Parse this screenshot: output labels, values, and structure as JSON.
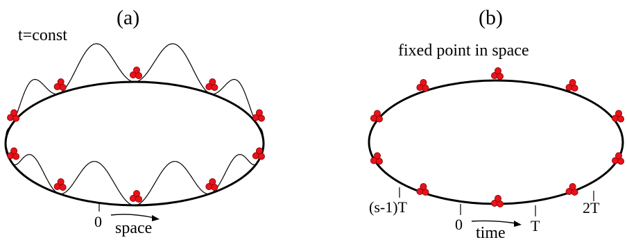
{
  "panel_a": {
    "label": "(a)",
    "caption": "t=const",
    "origin_label": "0",
    "axis_label": "space"
  },
  "panel_b": {
    "label": "(b)",
    "caption": "fixed point in space",
    "tick_labels": [
      "(s-1)T",
      "0",
      "T",
      "2T"
    ],
    "axis_label": "time"
  },
  "colors": {
    "particle_fill": "#e8121a",
    "particle_stroke": "#7a0000",
    "line": "#000000"
  }
}
